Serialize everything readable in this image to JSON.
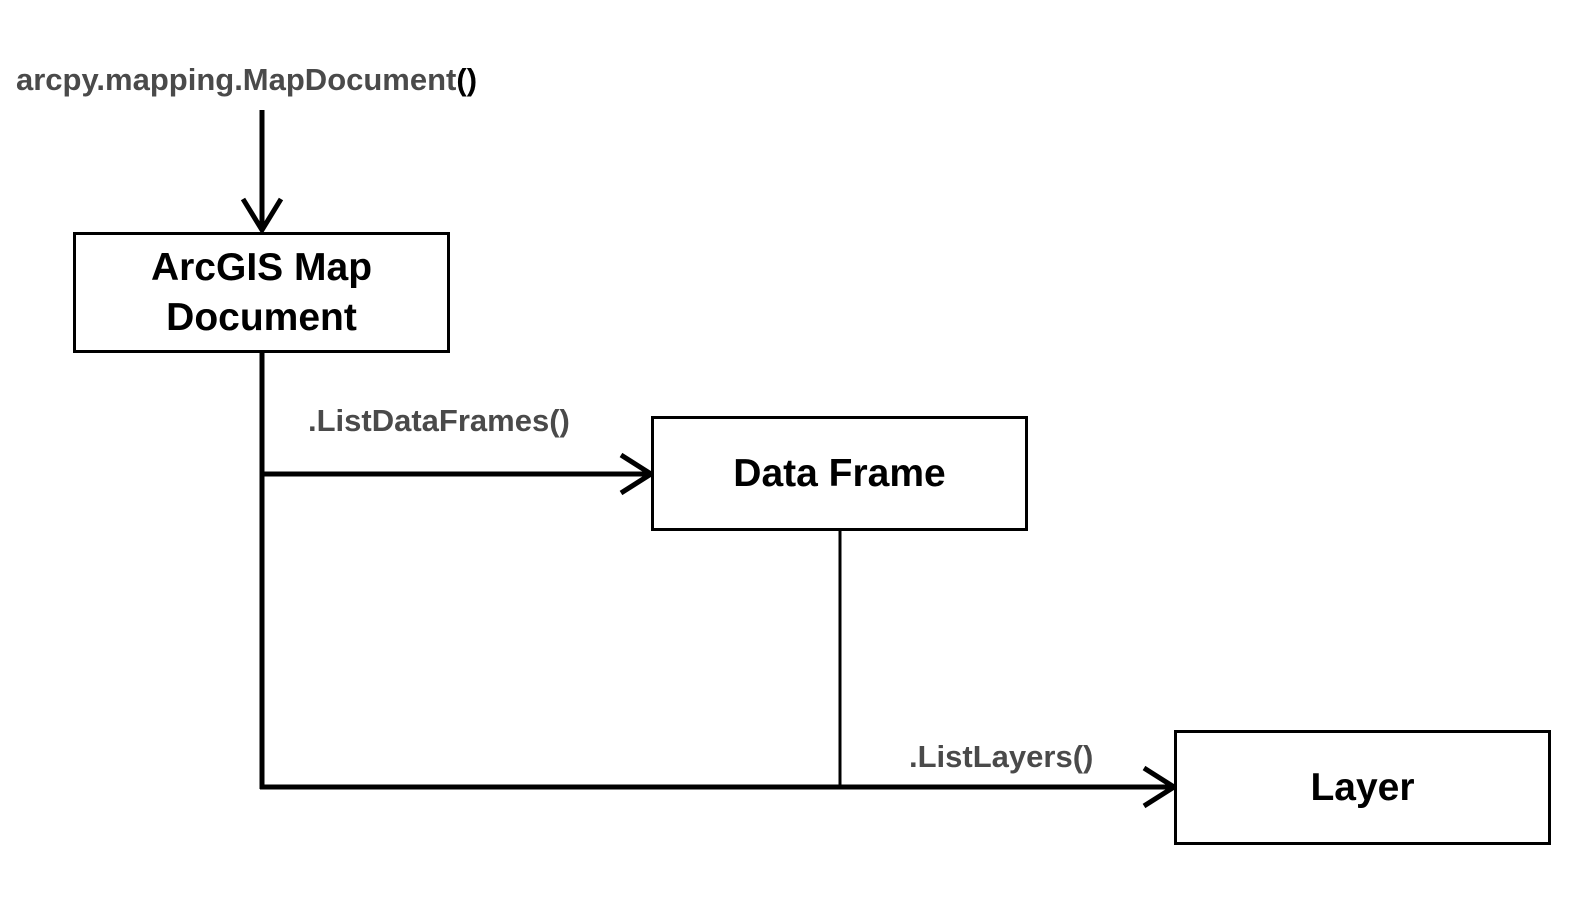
{
  "entry": {
    "prefix": "arcpy.mapping.MapDocument",
    "parens": "()"
  },
  "nodes": {
    "map_document": "ArcGIS Map Document",
    "data_frame": "Data Frame",
    "layer": "Layer"
  },
  "edges": {
    "list_data_frames": ".ListDataFrames()",
    "list_layers": ".ListLayers()"
  },
  "colors": {
    "line": "#000000",
    "label_text": "#4a4a4a",
    "background": "#ffffff"
  }
}
